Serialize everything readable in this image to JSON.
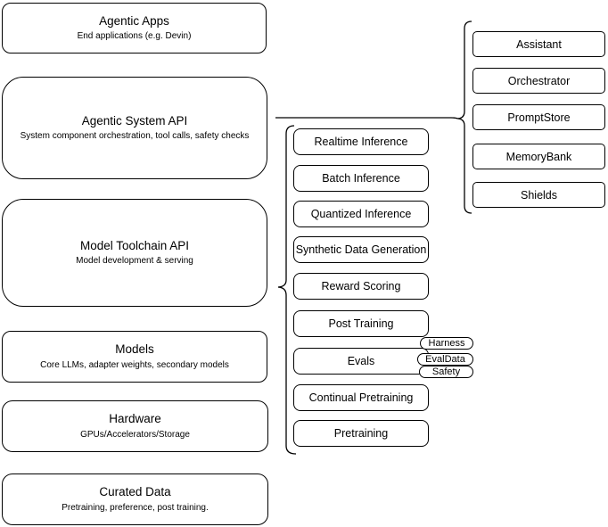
{
  "diagram": {
    "left_stack": [
      {
        "title": "Agentic Apps",
        "subtitle": "End applications (e.g. Devin)"
      },
      {
        "title": "Agentic System API",
        "subtitle": "System component orchestration, tool calls, safety checks"
      },
      {
        "title": "Model Toolchain API",
        "subtitle": "Model development & serving"
      },
      {
        "title": "Models",
        "subtitle": "Core LLMs, adapter weights, secondary models"
      },
      {
        "title": "Hardware",
        "subtitle": "GPUs/Accelerators/Storage"
      },
      {
        "title": "Curated Data",
        "subtitle": "Pretraining, preference, post training."
      }
    ],
    "toolchain": {
      "items": [
        "Realtime Inference",
        "Batch Inference",
        "Quantized Inference",
        "Synthetic Data Generation",
        "Reward Scoring",
        "Post Training",
        "Evals",
        "Continual Pretraining",
        "Pretraining"
      ],
      "evals_tags": [
        "Harness",
        "EvalData",
        "Safety"
      ]
    },
    "system_components": [
      "Assistant",
      "Orchestrator",
      "PromptStore",
      "MemoryBank",
      "Shields"
    ],
    "colors": {
      "stroke": "#000000",
      "fill": "#ffffff",
      "background": "#ffffff",
      "text": "#000000"
    }
  }
}
